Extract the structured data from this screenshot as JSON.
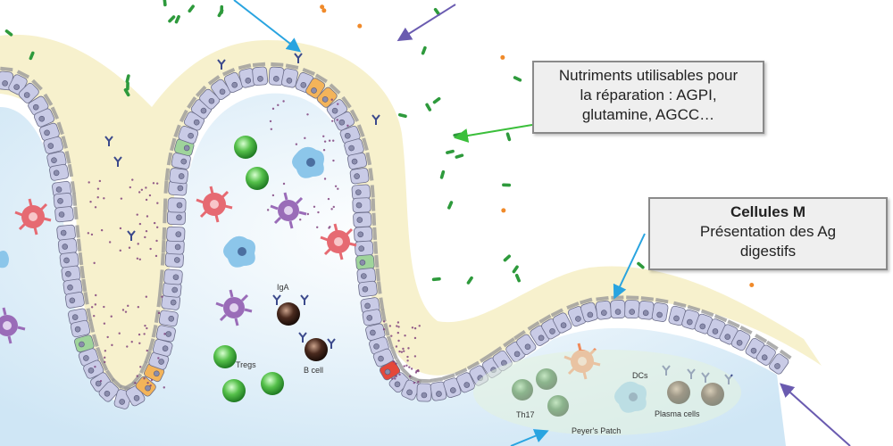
{
  "callouts": {
    "nutrients": {
      "line1": "Nutriments  utilisables pour",
      "line2": "la réparation : AGPI,",
      "line3": "glutamine, AGCC…"
    },
    "m_cells": {
      "title": "Cellules M",
      "line2": "Présentation des Ag",
      "line3": "digestifs"
    }
  },
  "cell_labels": {
    "iga": "IgA",
    "b_cell": "B cell",
    "tregs": "Tregs",
    "th17": "Th17",
    "dcs": "DCs",
    "plasma_cells": "Plasma cells",
    "peyers_patch": "Peyer's Patch"
  },
  "colors": {
    "epithelium_cell": "#c9cbe6",
    "epithelium_outline": "#6b6d8a",
    "brush_border": "#9a9a9a",
    "mucus_layer": "#f5efc8",
    "lamina_propria": "#ddeef8",
    "goblet_cell": "#9fd49b",
    "m_cell": "#e5473a",
    "paneth_cell": "#f3b45a",
    "bacteria": "#2e9a3c",
    "nutrient_dot": "#f08a2a",
    "arrow_blue": "#29a4e0",
    "arrow_green": "#3bbf3b",
    "arrow_purple": "#6a5bb0"
  }
}
